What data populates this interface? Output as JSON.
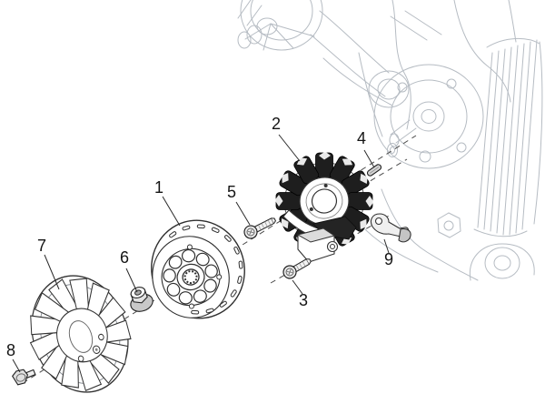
{
  "diagram": {
    "type": "exploded-parts-drawing",
    "callouts": [
      {
        "number": "1",
        "part": "flywheel-rotor"
      },
      {
        "number": "2",
        "part": "stator-magneto"
      },
      {
        "number": "3",
        "part": "stator-screw"
      },
      {
        "number": "4",
        "part": "woodruff-key"
      },
      {
        "number": "5",
        "part": "rotor-screw"
      },
      {
        "number": "6",
        "part": "flange-nut"
      },
      {
        "number": "7",
        "part": "fan-wheel"
      },
      {
        "number": "8",
        "part": "fan-screw"
      },
      {
        "number": "9",
        "part": "wiring-bracket"
      }
    ],
    "colors": {
      "background": "#ffffff",
      "part_outline": "#2f2f2f",
      "engine_outline": "#b6bcc3",
      "coil_fill": "#1e1e1e",
      "label_text": "#141414"
    }
  }
}
